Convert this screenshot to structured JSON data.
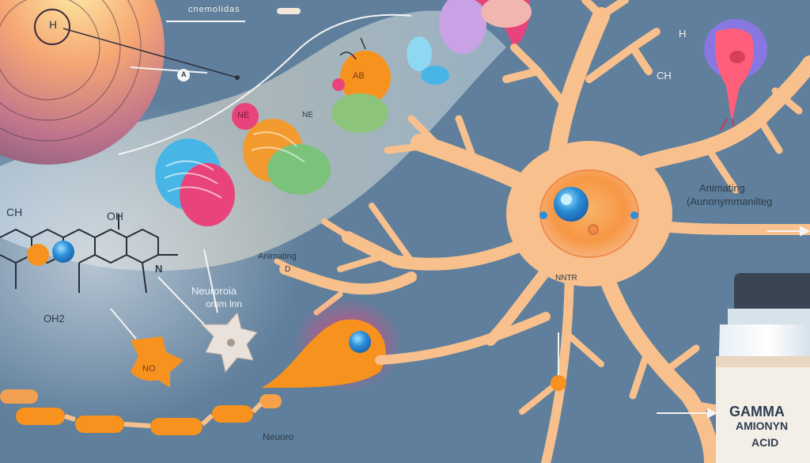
{
  "colors": {
    "background": "#5f7f9c",
    "neuron": "#f6b07a",
    "neuron_edge": "#f08b4a",
    "nucleus": "#2a8fd8",
    "vesicle_pink": "#e8437b",
    "vesicle_orange": "#f7921e",
    "vesicle_blue": "#47b6e6",
    "vial_label": "#f4efe6"
  },
  "labels": {
    "top_caption": "cnemolidas",
    "atom_h": "H",
    "pointer_a": "A",
    "formula_ch": "CH",
    "formula_oh": "OH",
    "formula_oh2": "OH2",
    "formula_n": "N",
    "vesicle_ab": "AB",
    "vesicle_ne": "NE",
    "vesicle_no": "NO",
    "left_ne": "NE",
    "annot_animating_left": "Animating",
    "annot_d": "D",
    "neuro_title_1": "Neuroroia",
    "neuro_title_2": "omm lnn",
    "neuro_bottom": "Neuoro",
    "right_title_1": "Animating",
    "right_title_2": "(Aunonymmanilteg",
    "right_ch": "CH",
    "right_h": "H",
    "center_tag": "NNTR"
  },
  "vial": {
    "line1": "GAMMA",
    "line2": "AMIONYN",
    "line3": "ACID"
  }
}
